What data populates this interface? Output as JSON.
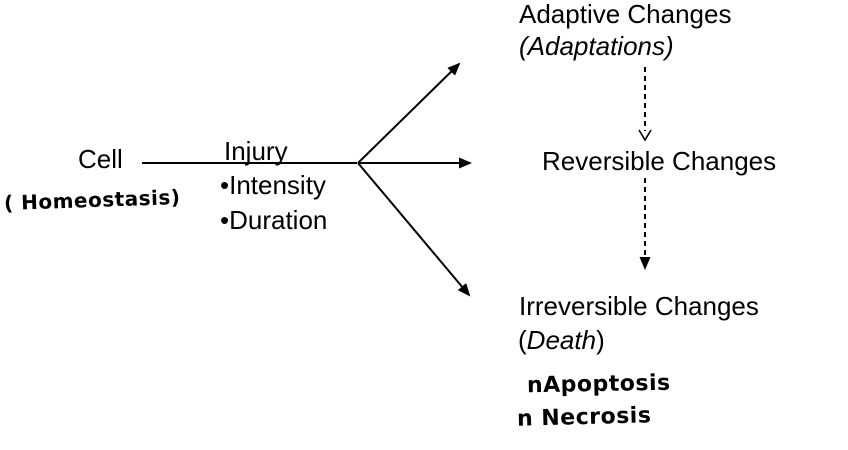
{
  "canvas": {
    "background_color": "#ffffff",
    "ink_color": "#000000"
  },
  "cell": {
    "label": "Cell",
    "handwritten_note": "( Homeostasis)"
  },
  "injury": {
    "label": "Injury",
    "bullets": [
      "•Intensity",
      "•Duration"
    ]
  },
  "outcomes": {
    "adaptive": {
      "title": "Adaptive Changes",
      "subtitle": "(Adaptations)"
    },
    "reversible": {
      "title": "Reversible Changes"
    },
    "irreversible": {
      "title": "Irreversible Changes",
      "paren_open": "(",
      "death_word": "Death",
      "paren_close": ")"
    }
  },
  "handwritten_notes": [
    "nApoptosis",
    "n Necrosis"
  ]
}
